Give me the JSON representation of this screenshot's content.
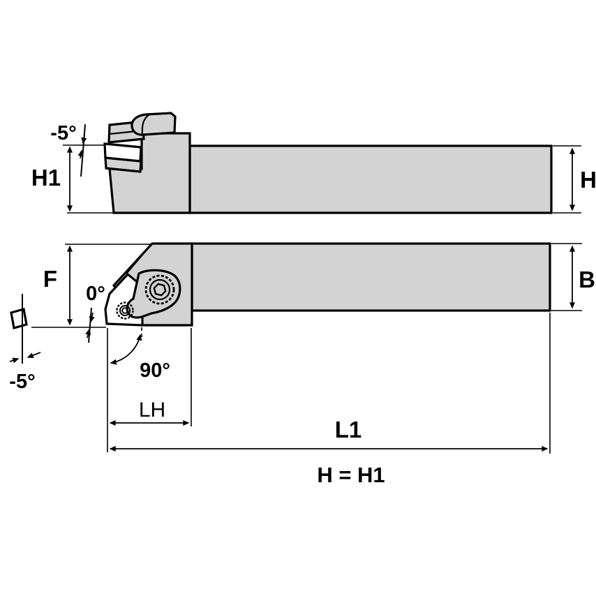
{
  "diagram": {
    "kind": "toolholder-dimension-drawing",
    "labels": {
      "rake_top": "-5°",
      "h1": "H1",
      "h": "H",
      "f": "F",
      "zero_deg": "0°",
      "b": "B",
      "rake_bottom": "-5°",
      "ninety_deg": "90°",
      "lh": "LH",
      "l1": "L1",
      "equation": "H = H1"
    },
    "colors": {
      "body_fill": "#d2d3d2",
      "insert_fill": "#ffffff",
      "line": "#000000",
      "background": "#ffffff"
    }
  }
}
